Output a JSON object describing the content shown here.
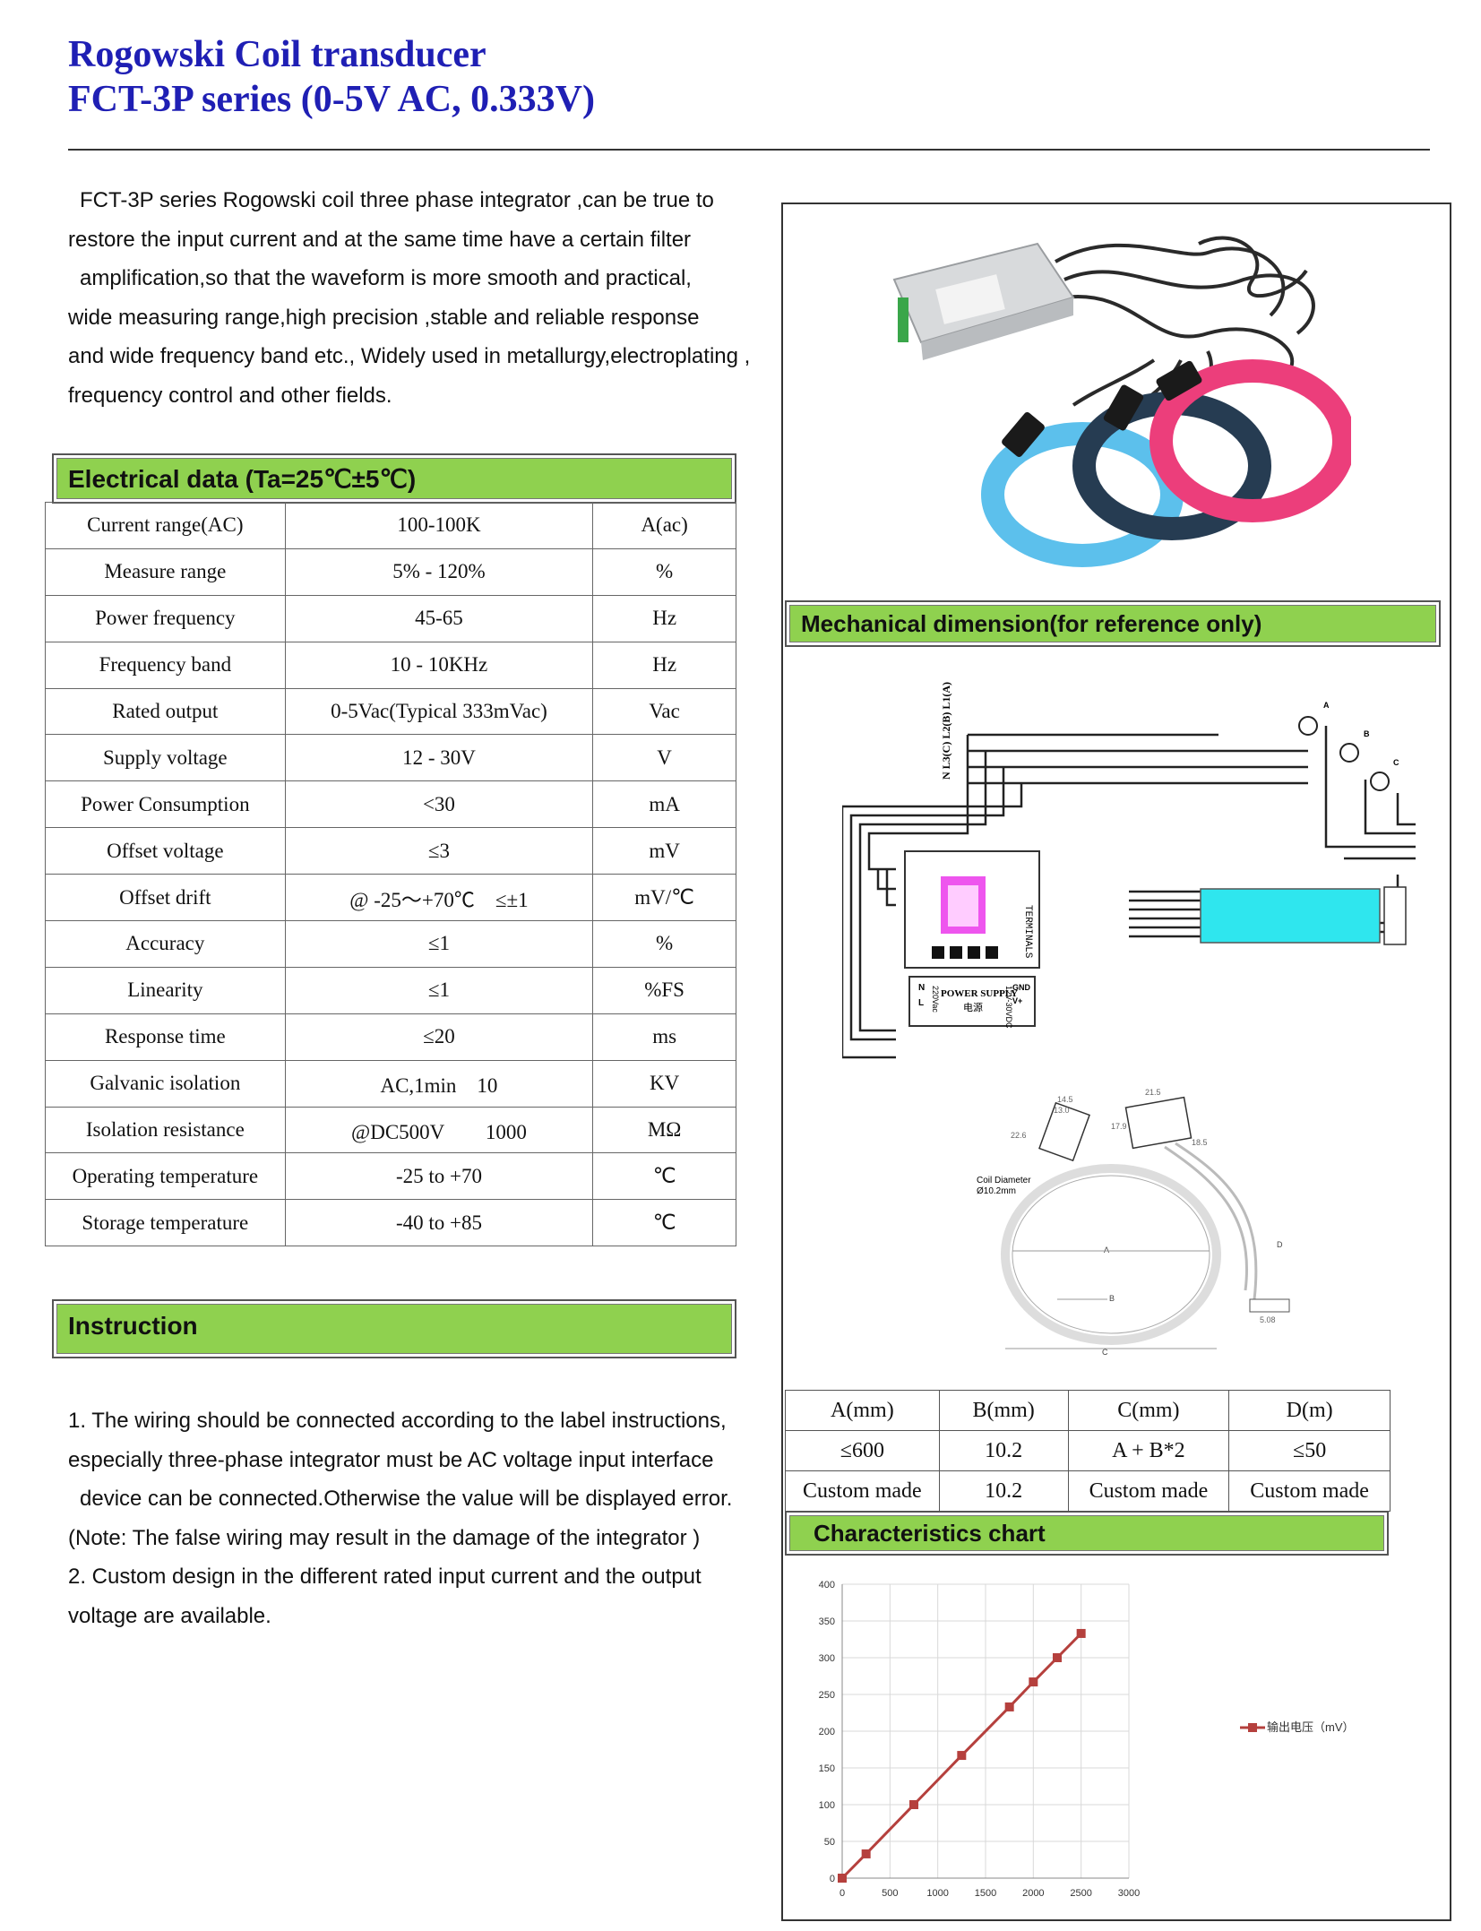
{
  "header": {
    "title_line1": "Rogowski Coil transducer",
    "title_line2": "FCT-3P series (0-5V AC, 0.333V)"
  },
  "intro": {
    "lines": [
      "FCT-3P series Rogowski coil three phase integrator ,can be true to",
      "restore the input current and at the same time have a certain filter",
      "amplification,so that the waveform is more smooth and practical,",
      "wide measuring range,high precision ,stable and reliable response",
      "and wide frequency band etc., Widely used in metallurgy,electroplating ,",
      "frequency control and other fields."
    ]
  },
  "electrical": {
    "heading": "Electrical data (Ta=25℃±5℃)",
    "rows": [
      [
        "Current range(AC)",
        "100-100K",
        "A(ac)"
      ],
      [
        "Measure range",
        "5% - 120%",
        "%"
      ],
      [
        "Power frequency",
        "45-65",
        "Hz"
      ],
      [
        "Frequency band",
        "10 - 10KHz",
        "Hz"
      ],
      [
        "Rated output",
        "0-5Vac(Typical 333mVac)",
        "Vac"
      ],
      [
        "Supply voltage",
        "12 - 30V",
        "V"
      ],
      [
        "Power Consumption",
        "<30",
        "mA"
      ],
      [
        "Offset voltage",
        "≤3",
        "mV"
      ],
      [
        "Offset drift",
        "@ -25～+70℃　≤±1",
        "mV/℃"
      ],
      [
        "Accuracy",
        "≤1",
        "%"
      ],
      [
        "Linearity",
        "≤1",
        "%FS"
      ],
      [
        "Response time",
        "≤20",
        "ms"
      ],
      [
        "Galvanic isolation",
        "AC,1min　10",
        "KV"
      ],
      [
        "Isolation resistance",
        "@DC500V　　1000",
        "MΩ"
      ],
      [
        "Operating temperature",
        "-25 to +70",
        "℃"
      ],
      [
        "Storage temperature",
        "-40 to +85",
        "℃"
      ]
    ]
  },
  "instruction": {
    "heading": "Instruction",
    "lines": [
      "1.   The wiring should be connected according to the label instructions,",
      "especially three-phase integrator must be AC voltage input interface",
      "device can be connected.Otherwise the value will be displayed error.",
      "(Note: The false wiring may result in the damage of the integrator )",
      "2.   Custom design in the different rated input current and the output",
      "voltage are available."
    ]
  },
  "mechanical": {
    "heading": "Mechanical dimension(for reference only)",
    "wiring_labels": {
      "phases": "N  L3(C)  L2(B)  L1(A)",
      "module": "TERMINALS",
      "power_supply": "POWER SUPPLY",
      "power_cn": "电源",
      "supply_ac": "220Vac",
      "supply_dc": "12V-30VDC",
      "gnd": "GND",
      "vplus": "V+",
      "n": "N",
      "l": "L",
      "ca": "A",
      "cb": "B",
      "cc": "C"
    },
    "coil_labels": {
      "coil_diameter": "Coil Diameter",
      "coil_diameter_value": "Ø10.2mm",
      "d1": "14.5",
      "d2": "13.0",
      "d3": "22.6",
      "d4": "21.5",
      "d5": "17.9",
      "d6": "18.5",
      "d7": "5.08",
      "a": "A",
      "b": "B",
      "c": "C",
      "d": "D"
    },
    "table": {
      "headers": [
        "A(mm)",
        "B(mm)",
        "C(mm)",
        "D(m)"
      ],
      "rows": [
        [
          "≤600",
          "10.2",
          "A + B*2",
          "≤50"
        ],
        [
          "Custom made",
          "10.2",
          "Custom made",
          "Custom made"
        ]
      ]
    }
  },
  "characteristics": {
    "heading": "Characteristics chart"
  },
  "chart_data": {
    "type": "line",
    "title": "",
    "xlabel": "",
    "ylabel": "",
    "xlim": [
      0,
      3000
    ],
    "ylim": [
      0,
      400
    ],
    "x_ticks": [
      "0",
      "500",
      "1000",
      "1500",
      "2000",
      "2500",
      "3000"
    ],
    "y_ticks": [
      "0",
      "50",
      "100",
      "150",
      "200",
      "250",
      "300",
      "350",
      "400"
    ],
    "grid": true,
    "legend_position": "right",
    "series": [
      {
        "name": "输出电压（mV）",
        "color": "#b5403d",
        "x": [
          0,
          250,
          750,
          1250,
          1750,
          2000,
          2250,
          2500
        ],
        "y": [
          0,
          33,
          100,
          167,
          233,
          267,
          300,
          333
        ]
      }
    ]
  }
}
